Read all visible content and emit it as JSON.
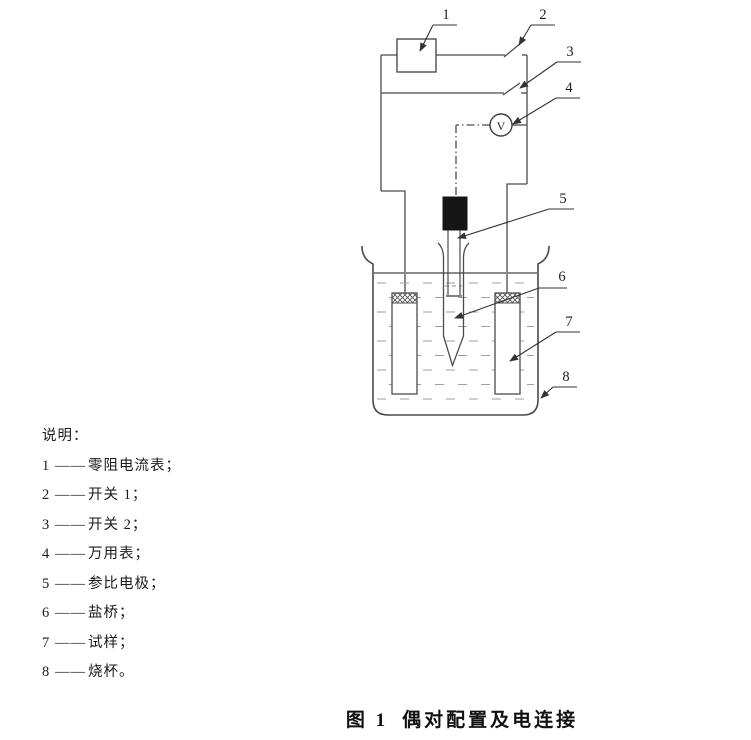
{
  "diagram": {
    "callouts": [
      "1",
      "2",
      "3",
      "4",
      "5",
      "6",
      "7",
      "8"
    ],
    "voltmeter_label": "V",
    "colors": {
      "line": "#4c4c4c",
      "water_line": "#8a8a8a",
      "water_dashes": "#9f9f9f",
      "electrode_cap": "#151515",
      "text": "#1b1b1b"
    }
  },
  "legend": {
    "heading": "说明：",
    "items": [
      {
        "num": "1",
        "dash": "——",
        "label": "零阻电流表；"
      },
      {
        "num": "2",
        "dash": "——",
        "label": "开关 1；"
      },
      {
        "num": "3",
        "dash": "——",
        "label": "开关 2；"
      },
      {
        "num": "4",
        "dash": "——",
        "label": "万用表；"
      },
      {
        "num": "5",
        "dash": "——",
        "label": "参比电极；"
      },
      {
        "num": "6",
        "dash": "——",
        "label": "盐桥；"
      },
      {
        "num": "7",
        "dash": "——",
        "label": "试样；"
      },
      {
        "num": "8",
        "dash": "——",
        "label": "烧杯。"
      }
    ]
  },
  "caption": {
    "figure_label": "图 1",
    "title": "偶对配置及电连接"
  }
}
